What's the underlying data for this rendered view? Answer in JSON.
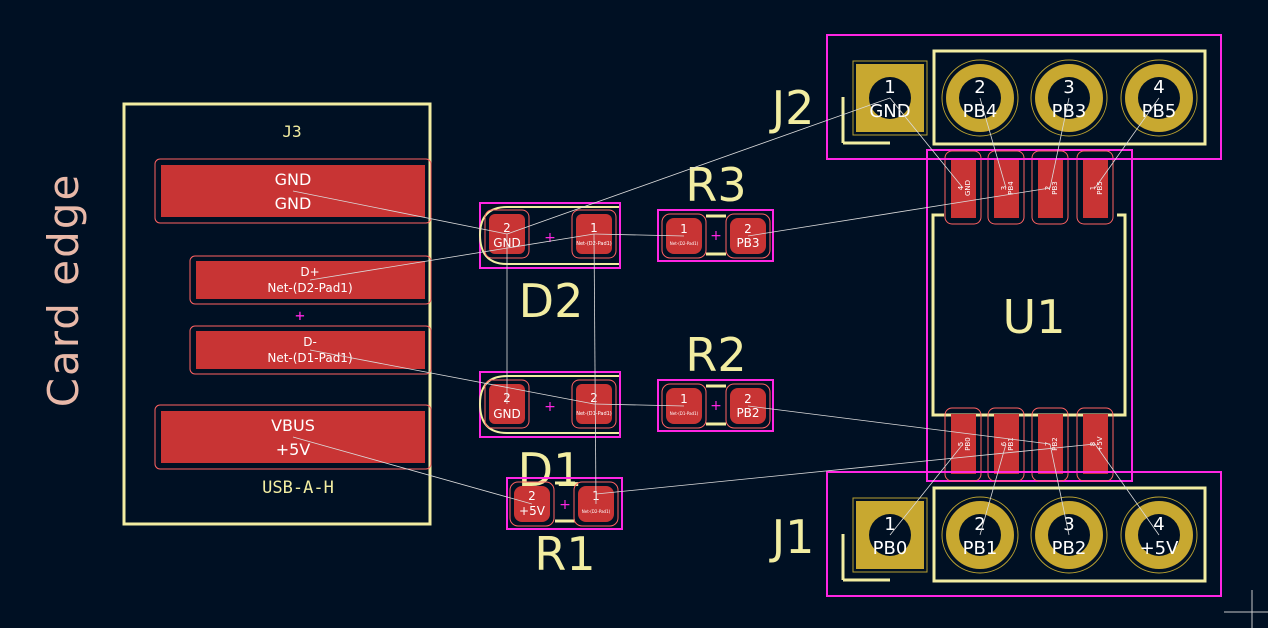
{
  "board": {
    "edge_label": "Card edge",
    "colors": {
      "background": "#001023",
      "pad_red": "#c83434",
      "pad_gold": "#c8a830",
      "silkscreen": "#f2eda1",
      "courtyard": "#ff26e2",
      "ratsnest": "#dcdcdc",
      "edge_label": "#e8b8a8"
    }
  },
  "components": {
    "J3": {
      "ref": "J3",
      "value": "USB-A-H",
      "pads": [
        {
          "name": "GND",
          "net": "GND"
        },
        {
          "name": "D+",
          "net": "Net-(D2-Pad1)"
        },
        {
          "name": "D-",
          "net": "Net-(D1-Pad1)"
        },
        {
          "name": "VBUS",
          "net": "+5V"
        }
      ]
    },
    "D2": {
      "ref": "D2",
      "pads": [
        {
          "num": "2",
          "net": "GND"
        },
        {
          "num": "1",
          "net": "Net-(D2-Pad1)"
        }
      ]
    },
    "D1": {
      "ref": "D1",
      "pads": [
        {
          "num": "2",
          "net": "GND"
        },
        {
          "num": "1",
          "net": "Net-(D1-Pad1)"
        }
      ]
    },
    "R3": {
      "ref": "R3",
      "pads": [
        {
          "num": "1",
          "net": "Net-(D2-Pad1)"
        },
        {
          "num": "2",
          "net": "PB3"
        }
      ]
    },
    "R2": {
      "ref": "R2",
      "pads": [
        {
          "num": "1",
          "net": "Net-(D1-Pad1)"
        },
        {
          "num": "2",
          "net": "PB2"
        }
      ]
    },
    "R1": {
      "ref": "R1",
      "pads": [
        {
          "num": "2",
          "net": "+5V"
        },
        {
          "num": "1",
          "net": "Net-(D2-Pad1)"
        }
      ]
    },
    "U1": {
      "ref": "U1",
      "top_pads": [
        {
          "num": "4",
          "net": "GND"
        },
        {
          "num": "3",
          "net": "PB4"
        },
        {
          "num": "2",
          "net": "PB3"
        },
        {
          "num": "1",
          "net": "PB5"
        }
      ],
      "bottom_pads": [
        {
          "num": "5",
          "net": "PB0"
        },
        {
          "num": "6",
          "net": "PB1"
        },
        {
          "num": "7",
          "net": "PB2"
        },
        {
          "num": "8",
          "net": "+5V"
        }
      ]
    },
    "J2": {
      "ref": "J2",
      "pins": [
        {
          "num": "1",
          "net": "GND"
        },
        {
          "num": "2",
          "net": "PB4"
        },
        {
          "num": "3",
          "net": "PB3"
        },
        {
          "num": "4",
          "net": "PB5"
        }
      ]
    },
    "J1": {
      "ref": "J1",
      "pins": [
        {
          "num": "1",
          "net": "PB0"
        },
        {
          "num": "2",
          "net": "PB1"
        },
        {
          "num": "3",
          "net": "PB2"
        },
        {
          "num": "4",
          "net": "+5V"
        }
      ]
    }
  }
}
